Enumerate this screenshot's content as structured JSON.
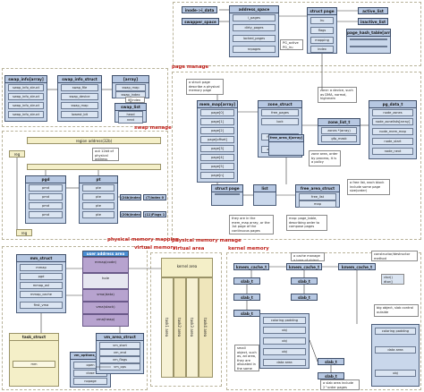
{
  "regions": {
    "page_manage": "page manage",
    "swap_manage": "swap manage",
    "physical_memory_mapping": "physical memory mapping",
    "physical_memory_manage": "physical memory manage",
    "virtual_memory": "virtual memory",
    "virtual_area": "virtual area",
    "kernel_memory": "kernel memory"
  },
  "page_top": {
    "inode_data": "inode->i_data",
    "swapper_space": "swapper_space",
    "address_space": "address_space",
    "address_space_fields": [
      "i_pages",
      "dirty_pages",
      "locked_pages",
      "nrpages"
    ],
    "struct_page": "struct page",
    "struct_page_fields": [
      "lru",
      "flags",
      "mapping",
      "index"
    ],
    "active_list": "active_list",
    "inactive_list": "inactive_list",
    "page_hash_table": "page_hash_table[array]",
    "pg_active": "PG_active\nPG_lru"
  },
  "swap": {
    "swap_info_array": "swap_info[array]",
    "swap_info_struct": "swap_info_struct",
    "swap_info_fields": [
      "swap_info_struct",
      "swap_info_struct",
      "swap_info_struct",
      "swap_info_struct"
    ],
    "sis_fields": [
      "swap_file",
      "swap_device",
      "swap_map",
      "lowest_bit"
    ],
    "array": "[array]",
    "array_fields": [
      "swap_map",
      "swap_index"
    ],
    "swap_list": "swap_list",
    "swap_list_fields": [
      "head",
      "next"
    ],
    "lt_index": "lt_index"
  },
  "mapping": {
    "region": "region address(32b)",
    "pgd": "pgd",
    "pt": "pt",
    "index_labels": [
      "(24b)index",
      "(7)index 0",
      "(20b)index",
      "(11)Flags 1"
    ],
    "pgd_fields": [
      "pmd",
      "pmd",
      "pmd",
      "pmd"
    ],
    "pt_fields": [
      "pte",
      "pte",
      "pte",
      "pte"
    ],
    "reg": "reg",
    "note": "out 12bit of physical address"
  },
  "phys": {
    "mem_map": "mem_map[array]",
    "mem_map_fields": [
      "page[0]",
      "page[1]",
      "page[2]",
      "page[offset]",
      "page[3]",
      "page[4]",
      "page[5]",
      "page[n]"
    ],
    "zone_struct": "zone_struct",
    "zone_fields": [
      "free_pages",
      "lock",
      "free_area[order]",
      "zone_mem_map"
    ],
    "free_area_array": "free_area_t[array]",
    "zone_list": "zone_list_t",
    "zone_list_fields": [
      "zones *(array)",
      "gfp_mask"
    ],
    "pg_data": "pg_data_t",
    "pg_data_fields": [
      "node_zones",
      "node_zonelists[array]",
      "node_mem_map",
      "node_start",
      "node_next"
    ],
    "struct_page": "struct page",
    "list": "list",
    "free_area": "free_area_struct",
    "free_area_fields": [
      "free_list",
      "map"
    ],
    "notes": [
      "a struct page describe a physical memory page",
      "zone: a device, such as DMA, normal, highmem",
      "zone area, order by process, it is a policy",
      "a free list, each block include some page size(order)",
      "they are in the mem_map array, or the 1st page of the continuous pages",
      "map: page_table, describing order to compose pages"
    ]
  },
  "virtual": {
    "mm_struct": "mm_struct",
    "mm_fields": [
      "mmap",
      "pgd",
      "mmap_avl",
      "mmap_cache",
      "first_vma"
    ],
    "user_area": "user address area",
    "user_parts": [
      "mmap(code)",
      "hole",
      "vma(data)",
      "vma(stack)",
      "vma(heap)"
    ],
    "vm_area_struct": "vm_area_struct",
    "vma_fields": [
      "vm_start",
      "vm_end",
      "vm_flags",
      "vm_ops"
    ],
    "vm_options": "vm_options_struct",
    "vm_options_fields": [
      "open",
      "close",
      "nopage"
    ],
    "task_struct": "task_struct",
    "task_field": "mm",
    "kernel_area": "kernel area",
    "task_areas": [
      "task1 area",
      "task2 area",
      "task3 area",
      "task4 area"
    ]
  },
  "kernel": {
    "kmem_cache_t": "kmem_cache_t",
    "slabs_t": "slab_t",
    "slab_list": [
      "slab_t",
      "slab_t",
      "slab_t"
    ],
    "coloring_padding": "coloring padding",
    "data_area": "data area",
    "slab_parts": [
      "obj",
      "obj",
      "obj"
    ],
    "notes": [
      "a cache manage a type of object",
      "constructor/destructor method",
      "small object, such as, ad area, they are allocated in the same slab",
      "a slab area include 2^order pages",
      "big object, slab control outside"
    ],
    "ctor": "ctor()\ndtor()"
  }
}
